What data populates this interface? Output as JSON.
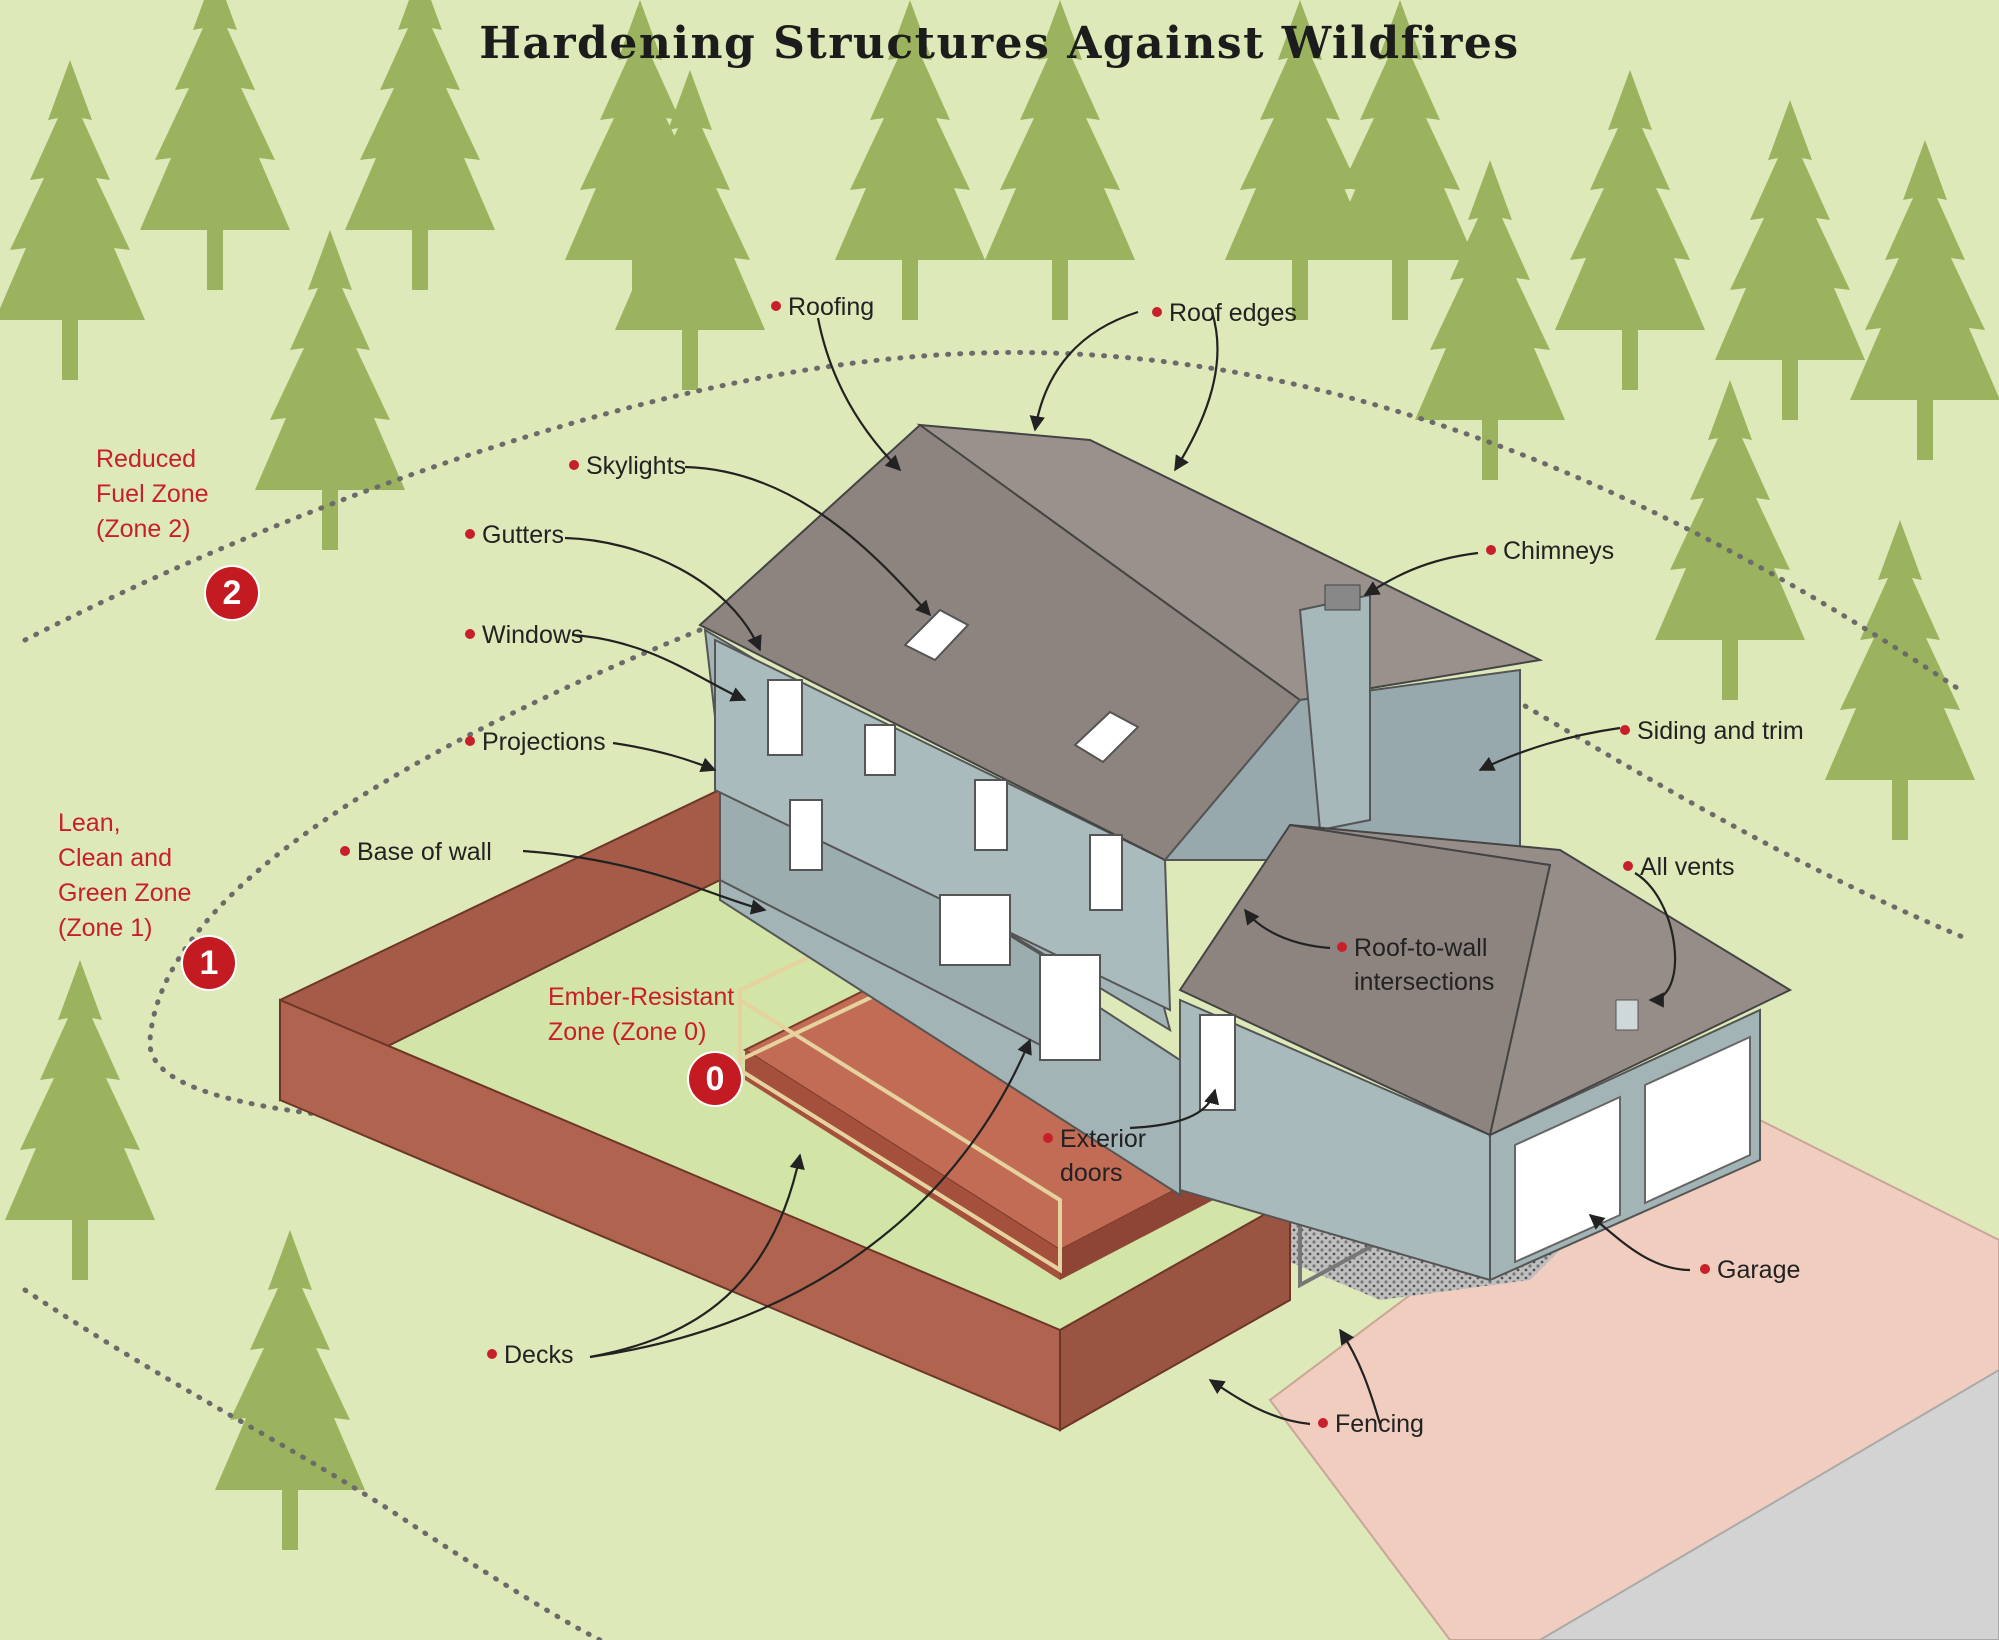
{
  "title": "Hardening Structures Against Wildfires",
  "labels": {
    "roofing": "Roofing",
    "roof_edges": "Roof edges",
    "skylights": "Skylights",
    "gutters": "Gutters",
    "chimneys": "Chimneys",
    "windows": "Windows",
    "projections": "Projections",
    "siding": "Siding and trim",
    "base_of_wall": "Base of wall",
    "all_vents": "All vents",
    "roof_to_wall_1": "Roof-to-wall",
    "roof_to_wall_2": "intersections",
    "exterior_doors_1": "Exterior",
    "exterior_doors_2": "doors",
    "garage": "Garage",
    "decks": "Decks",
    "fencing": "Fencing"
  },
  "zones": {
    "zone2": {
      "lines": [
        "Reduced",
        "Fuel Zone",
        "(Zone 2)"
      ],
      "badge": "2"
    },
    "zone1": {
      "lines": [
        "Lean,",
        "Clean and",
        "Green Zone",
        "(Zone 1)"
      ],
      "badge": "1"
    },
    "zone0": {
      "lines": [
        "Ember-Resistant",
        "Zone (Zone 0)"
      ],
      "badge": "0"
    }
  },
  "colors": {
    "background": "#dde9b8",
    "tree": "#9bb35e",
    "accent_red": "#c8202a",
    "roof": "#8d8480",
    "siding": "#a3b4b7",
    "deck": "#c26b55",
    "fence": "#a55b48",
    "driveway": "#f0cdbf"
  },
  "icons": [
    "tree-icon",
    "house-illustration",
    "fence-illustration",
    "deck-illustration",
    "callout-arrow"
  ]
}
